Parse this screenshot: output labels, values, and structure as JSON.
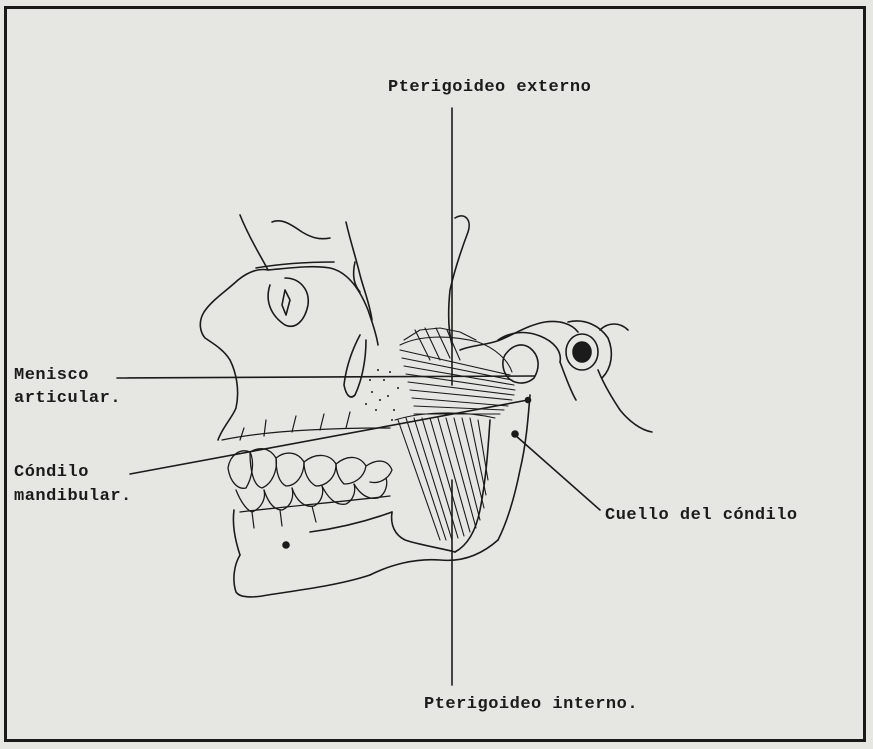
{
  "labels": {
    "pterigoideo_externo": "Pterigoideo externo",
    "menisco_line1": "Menisco",
    "menisco_line2": "articular.",
    "condilo_line1": "Cóndilo",
    "condilo_line2": "mandibular.",
    "cuello": "Cuello del cóndilo",
    "pterigoideo_interno": "Pterigoideo interno."
  },
  "colors": {
    "ink": "#1b1b1b",
    "paper": "#e6e6e3"
  }
}
